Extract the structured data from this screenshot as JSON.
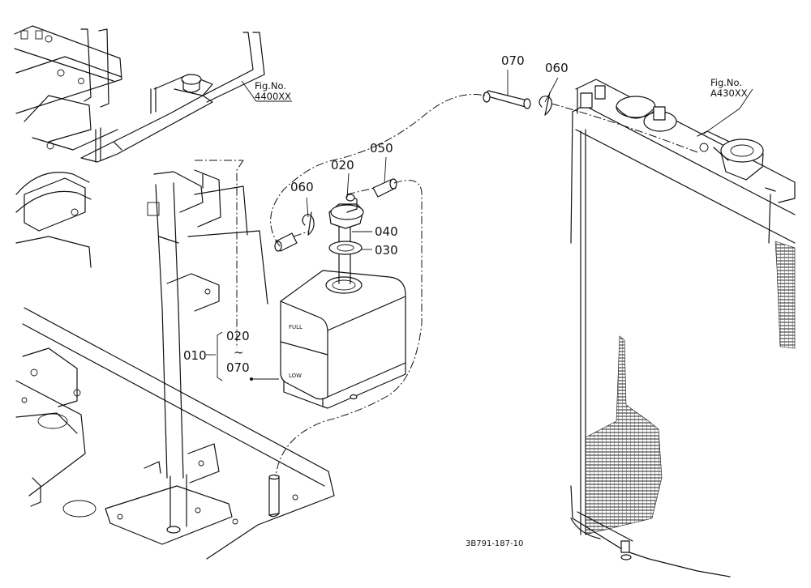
{
  "drawing_code": "3B791-187-10",
  "fig_refs": [
    {
      "line1": "Fig.No.",
      "line2": "4400XX"
    },
    {
      "line1": "Fig.No.",
      "line2": "A430XX"
    }
  ],
  "tank_marks": {
    "full": "FULL",
    "low": "LOW"
  },
  "parts": {
    "p070_top": "070",
    "p060_top": "060",
    "p050": "050",
    "p020": "020",
    "p060_left": "060",
    "p040": "040",
    "p030": "030",
    "p010": "010",
    "range_from": "020",
    "range_sep": "~",
    "range_to": "070"
  }
}
